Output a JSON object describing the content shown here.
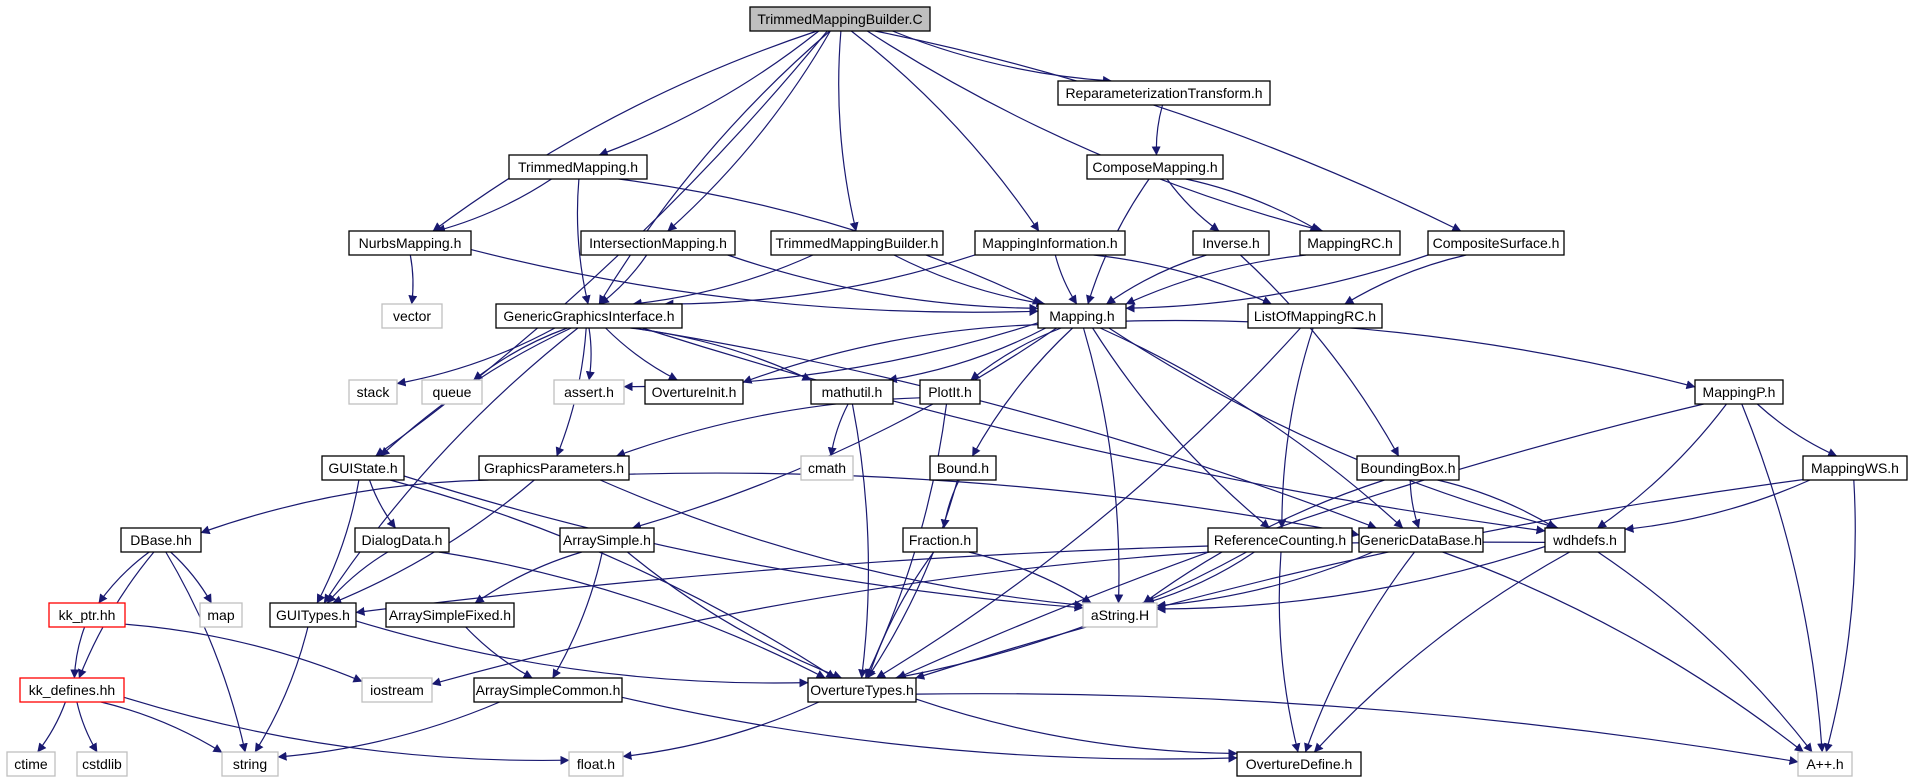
{
  "diagram": {
    "colors": {
      "edge": "#191970",
      "node_border": "#000000",
      "root_fill": "#bfbfbf",
      "missing_border": "#bfbfbf",
      "truncated_border": "#ff0000",
      "background": "#ffffff"
    },
    "nodes": [
      {
        "id": "TrimmedMappingBuilder.C",
        "label": "TrimmedMappingBuilder.C",
        "style": "root"
      },
      {
        "id": "ReparameterizationTransform.h",
        "label": "ReparameterizationTransform.h",
        "style": "normal"
      },
      {
        "id": "TrimmedMapping.h",
        "label": "TrimmedMapping.h",
        "style": "normal"
      },
      {
        "id": "ComposeMapping.h",
        "label": "ComposeMapping.h",
        "style": "normal"
      },
      {
        "id": "NurbsMapping.h",
        "label": "NurbsMapping.h",
        "style": "normal"
      },
      {
        "id": "IntersectionMapping.h",
        "label": "IntersectionMapping.h",
        "style": "normal"
      },
      {
        "id": "TrimmedMappingBuilder.h",
        "label": "TrimmedMappingBuilder.h",
        "style": "normal"
      },
      {
        "id": "MappingInformation.h",
        "label": "MappingInformation.h",
        "style": "normal"
      },
      {
        "id": "Inverse.h",
        "label": "Inverse.h",
        "style": "normal"
      },
      {
        "id": "MappingRC.h",
        "label": "MappingRC.h",
        "style": "normal"
      },
      {
        "id": "CompositeSurface.h",
        "label": "CompositeSurface.h",
        "style": "normal"
      },
      {
        "id": "vector",
        "label": "vector",
        "style": "missing"
      },
      {
        "id": "GenericGraphicsInterface.h",
        "label": "GenericGraphicsInterface.h",
        "style": "normal"
      },
      {
        "id": "Mapping.h",
        "label": "Mapping.h",
        "style": "normal"
      },
      {
        "id": "ListOfMappingRC.h",
        "label": "ListOfMappingRC.h",
        "style": "normal"
      },
      {
        "id": "stack",
        "label": "stack",
        "style": "missing"
      },
      {
        "id": "queue",
        "label": "queue",
        "style": "missing"
      },
      {
        "id": "assert.h",
        "label": "assert.h",
        "style": "missing"
      },
      {
        "id": "OvertureInit.h",
        "label": "OvertureInit.h",
        "style": "normal"
      },
      {
        "id": "mathutil.h",
        "label": "mathutil.h",
        "style": "normal"
      },
      {
        "id": "PlotIt.h",
        "label": "PlotIt.h",
        "style": "normal"
      },
      {
        "id": "MappingP.h",
        "label": "MappingP.h",
        "style": "normal"
      },
      {
        "id": "GUIState.h",
        "label": "GUIState.h",
        "style": "normal"
      },
      {
        "id": "GraphicsParameters.h",
        "label": "GraphicsParameters.h",
        "style": "normal"
      },
      {
        "id": "cmath",
        "label": "cmath",
        "style": "missing"
      },
      {
        "id": "Bound.h",
        "label": "Bound.h",
        "style": "normal"
      },
      {
        "id": "BoundingBox.h",
        "label": "BoundingBox.h",
        "style": "normal"
      },
      {
        "id": "MappingWS.h",
        "label": "MappingWS.h",
        "style": "normal"
      },
      {
        "id": "DBase.hh",
        "label": "DBase.hh",
        "style": "normal"
      },
      {
        "id": "DialogData.h",
        "label": "DialogData.h",
        "style": "normal"
      },
      {
        "id": "ArraySimple.h",
        "label": "ArraySimple.h",
        "style": "normal"
      },
      {
        "id": "Fraction.h",
        "label": "Fraction.h",
        "style": "normal"
      },
      {
        "id": "ReferenceCounting.h",
        "label": "ReferenceCounting.h",
        "style": "normal"
      },
      {
        "id": "GenericDataBase.h",
        "label": "GenericDataBase.h",
        "style": "normal"
      },
      {
        "id": "wdhdefs.h",
        "label": "wdhdefs.h",
        "style": "normal"
      },
      {
        "id": "kk_ptr.hh",
        "label": "kk_ptr.hh",
        "style": "truncated"
      },
      {
        "id": "map",
        "label": "map",
        "style": "missing"
      },
      {
        "id": "GUITypes.h",
        "label": "GUITypes.h",
        "style": "normal"
      },
      {
        "id": "ArraySimpleFixed.h",
        "label": "ArraySimpleFixed.h",
        "style": "normal"
      },
      {
        "id": "aString.H",
        "label": "aString.H",
        "style": "missing"
      },
      {
        "id": "kk_defines.hh",
        "label": "kk_defines.hh",
        "style": "truncated"
      },
      {
        "id": "iostream",
        "label": "iostream",
        "style": "missing"
      },
      {
        "id": "ArraySimpleCommon.h",
        "label": "ArraySimpleCommon.h",
        "style": "normal"
      },
      {
        "id": "OvertureTypes.h",
        "label": "OvertureTypes.h",
        "style": "normal"
      },
      {
        "id": "ctime",
        "label": "ctime",
        "style": "missing"
      },
      {
        "id": "cstdlib",
        "label": "cstdlib",
        "style": "missing"
      },
      {
        "id": "string",
        "label": "string",
        "style": "missing"
      },
      {
        "id": "float.h",
        "label": "float.h",
        "style": "missing"
      },
      {
        "id": "OvertureDefine.h",
        "label": "OvertureDefine.h",
        "style": "normal"
      },
      {
        "id": "A++.h",
        "label": "A++.h",
        "style": "missing"
      }
    ],
    "edges": [
      {
        "from": "TrimmedMappingBuilder.C",
        "to": "ReparameterizationTransform.h"
      },
      {
        "from": "TrimmedMappingBuilder.C",
        "to": "TrimmedMapping.h"
      },
      {
        "from": "TrimmedMappingBuilder.C",
        "to": "NurbsMapping.h"
      },
      {
        "from": "TrimmedMappingBuilder.C",
        "to": "IntersectionMapping.h"
      },
      {
        "from": "TrimmedMappingBuilder.C",
        "to": "TrimmedMappingBuilder.h"
      },
      {
        "from": "TrimmedMappingBuilder.C",
        "to": "MappingInformation.h"
      },
      {
        "from": "TrimmedMappingBuilder.C",
        "to": "MappingRC.h"
      },
      {
        "from": "TrimmedMappingBuilder.C",
        "to": "CompositeSurface.h"
      },
      {
        "from": "TrimmedMappingBuilder.C",
        "to": "GenericGraphicsInterface.h"
      },
      {
        "from": "TrimmedMappingBuilder.C",
        "to": "GUIState.h"
      },
      {
        "from": "ReparameterizationTransform.h",
        "to": "ComposeMapping.h"
      },
      {
        "from": "TrimmedMapping.h",
        "to": "NurbsMapping.h"
      },
      {
        "from": "TrimmedMapping.h",
        "to": "GenericGraphicsInterface.h"
      },
      {
        "from": "TrimmedMapping.h",
        "to": "Mapping.h"
      },
      {
        "from": "ComposeMapping.h",
        "to": "Inverse.h"
      },
      {
        "from": "ComposeMapping.h",
        "to": "MappingRC.h"
      },
      {
        "from": "ComposeMapping.h",
        "to": "Mapping.h"
      },
      {
        "from": "NurbsMapping.h",
        "to": "vector"
      },
      {
        "from": "NurbsMapping.h",
        "to": "Mapping.h"
      },
      {
        "from": "IntersectionMapping.h",
        "to": "GenericGraphicsInterface.h"
      },
      {
        "from": "IntersectionMapping.h",
        "to": "Mapping.h"
      },
      {
        "from": "TrimmedMappingBuilder.h",
        "to": "GenericGraphicsInterface.h"
      },
      {
        "from": "TrimmedMappingBuilder.h",
        "to": "Mapping.h"
      },
      {
        "from": "MappingInformation.h",
        "to": "GenericGraphicsInterface.h"
      },
      {
        "from": "MappingInformation.h",
        "to": "Mapping.h"
      },
      {
        "from": "MappingInformation.h",
        "to": "ListOfMappingRC.h"
      },
      {
        "from": "Inverse.h",
        "to": "Mapping.h"
      },
      {
        "from": "Inverse.h",
        "to": "BoundingBox.h"
      },
      {
        "from": "MappingRC.h",
        "to": "Mapping.h"
      },
      {
        "from": "CompositeSurface.h",
        "to": "Mapping.h"
      },
      {
        "from": "CompositeSurface.h",
        "to": "ListOfMappingRC.h"
      },
      {
        "from": "GenericGraphicsInterface.h",
        "to": "stack"
      },
      {
        "from": "GenericGraphicsInterface.h",
        "to": "queue"
      },
      {
        "from": "GenericGraphicsInterface.h",
        "to": "assert.h"
      },
      {
        "from": "GenericGraphicsInterface.h",
        "to": "OvertureInit.h"
      },
      {
        "from": "GenericGraphicsInterface.h",
        "to": "mathutil.h"
      },
      {
        "from": "GenericGraphicsInterface.h",
        "to": "GUIState.h"
      },
      {
        "from": "GenericGraphicsInterface.h",
        "to": "GraphicsParameters.h"
      },
      {
        "from": "GenericGraphicsInterface.h",
        "to": "GUITypes.h"
      },
      {
        "from": "GenericGraphicsInterface.h",
        "to": "GenericDataBase.h"
      },
      {
        "from": "GenericGraphicsInterface.h",
        "to": "wdhdefs.h"
      },
      {
        "from": "Mapping.h",
        "to": "assert.h"
      },
      {
        "from": "Mapping.h",
        "to": "OvertureInit.h"
      },
      {
        "from": "Mapping.h",
        "to": "mathutil.h"
      },
      {
        "from": "Mapping.h",
        "to": "PlotIt.h"
      },
      {
        "from": "Mapping.h",
        "to": "MappingP.h"
      },
      {
        "from": "Mapping.h",
        "to": "Bound.h"
      },
      {
        "from": "Mapping.h",
        "to": "ArraySimple.h"
      },
      {
        "from": "Mapping.h",
        "to": "ReferenceCounting.h"
      },
      {
        "from": "Mapping.h",
        "to": "GenericDataBase.h"
      },
      {
        "from": "Mapping.h",
        "to": "wdhdefs.h"
      },
      {
        "from": "Mapping.h",
        "to": "aString.H"
      },
      {
        "from": "ListOfMappingRC.h",
        "to": "ReferenceCounting.h"
      },
      {
        "from": "ListOfMappingRC.h",
        "to": "OvertureTypes.h"
      },
      {
        "from": "mathutil.h",
        "to": "cmath"
      },
      {
        "from": "mathutil.h",
        "to": "OvertureTypes.h"
      },
      {
        "from": "PlotIt.h",
        "to": "GraphicsParameters.h"
      },
      {
        "from": "PlotIt.h",
        "to": "OvertureTypes.h"
      },
      {
        "from": "MappingP.h",
        "to": "MappingWS.h"
      },
      {
        "from": "MappingP.h",
        "to": "wdhdefs.h"
      },
      {
        "from": "MappingP.h",
        "to": "OvertureTypes.h"
      },
      {
        "from": "MappingP.h",
        "to": "A++.h"
      },
      {
        "from": "GUIState.h",
        "to": "DialogData.h"
      },
      {
        "from": "GUIState.h",
        "to": "GUITypes.h"
      },
      {
        "from": "GUIState.h",
        "to": "aString.H"
      },
      {
        "from": "GUIState.h",
        "to": "OvertureTypes.h"
      },
      {
        "from": "GraphicsParameters.h",
        "to": "DBase.hh"
      },
      {
        "from": "GraphicsParameters.h",
        "to": "GUITypes.h"
      },
      {
        "from": "GraphicsParameters.h",
        "to": "aString.H"
      },
      {
        "from": "GraphicsParameters.h",
        "to": "GenericDataBase.h"
      },
      {
        "from": "Bound.h",
        "to": "Fraction.h"
      },
      {
        "from": "Bound.h",
        "to": "OvertureTypes.h"
      },
      {
        "from": "BoundingBox.h",
        "to": "GenericDataBase.h"
      },
      {
        "from": "BoundingBox.h",
        "to": "wdhdefs.h"
      },
      {
        "from": "BoundingBox.h",
        "to": "aString.H"
      },
      {
        "from": "MappingWS.h",
        "to": "wdhdefs.h"
      },
      {
        "from": "MappingWS.h",
        "to": "OvertureTypes.h"
      },
      {
        "from": "MappingWS.h",
        "to": "A++.h"
      },
      {
        "from": "DBase.hh",
        "to": "kk_ptr.hh"
      },
      {
        "from": "DBase.hh",
        "to": "map"
      },
      {
        "from": "DBase.hh",
        "to": "kk_defines.hh"
      },
      {
        "from": "DBase.hh",
        "to": "string"
      },
      {
        "from": "DialogData.h",
        "to": "GUITypes.h"
      },
      {
        "from": "DialogData.h",
        "to": "OvertureTypes.h"
      },
      {
        "from": "ArraySimple.h",
        "to": "ArraySimpleFixed.h"
      },
      {
        "from": "ArraySimple.h",
        "to": "ArraySimpleCommon.h"
      },
      {
        "from": "ArraySimple.h",
        "to": "OvertureTypes.h"
      },
      {
        "from": "Fraction.h",
        "to": "aString.H"
      },
      {
        "from": "Fraction.h",
        "to": "OvertureTypes.h"
      },
      {
        "from": "ReferenceCounting.h",
        "to": "aString.H"
      },
      {
        "from": "ReferenceCounting.h",
        "to": "iostream"
      },
      {
        "from": "ReferenceCounting.h",
        "to": "OvertureTypes.h"
      },
      {
        "from": "ReferenceCounting.h",
        "to": "OvertureDefine.h"
      },
      {
        "from": "GenericDataBase.h",
        "to": "aString.H"
      },
      {
        "from": "GenericDataBase.h",
        "to": "OvertureDefine.h"
      },
      {
        "from": "GenericDataBase.h",
        "to": "A++.h"
      },
      {
        "from": "wdhdefs.h",
        "to": "GUITypes.h"
      },
      {
        "from": "wdhdefs.h",
        "to": "aString.H"
      },
      {
        "from": "wdhdefs.h",
        "to": "OvertureDefine.h"
      },
      {
        "from": "wdhdefs.h",
        "to": "A++.h"
      },
      {
        "from": "kk_ptr.hh",
        "to": "kk_defines.hh"
      },
      {
        "from": "kk_ptr.hh",
        "to": "iostream"
      },
      {
        "from": "GUITypes.h",
        "to": "OvertureTypes.h"
      },
      {
        "from": "GUITypes.h",
        "to": "string"
      },
      {
        "from": "ArraySimpleFixed.h",
        "to": "ArraySimpleCommon.h"
      },
      {
        "from": "kk_defines.hh",
        "to": "ctime"
      },
      {
        "from": "kk_defines.hh",
        "to": "cstdlib"
      },
      {
        "from": "kk_defines.hh",
        "to": "string"
      },
      {
        "from": "kk_defines.hh",
        "to": "float.h"
      },
      {
        "from": "ArraySimpleCommon.h",
        "to": "string"
      },
      {
        "from": "ArraySimpleCommon.h",
        "to": "OvertureDefine.h"
      },
      {
        "from": "OvertureTypes.h",
        "to": "float.h"
      },
      {
        "from": "OvertureTypes.h",
        "to": "OvertureDefine.h"
      },
      {
        "from": "OvertureTypes.h",
        "to": "A++.h"
      }
    ]
  }
}
